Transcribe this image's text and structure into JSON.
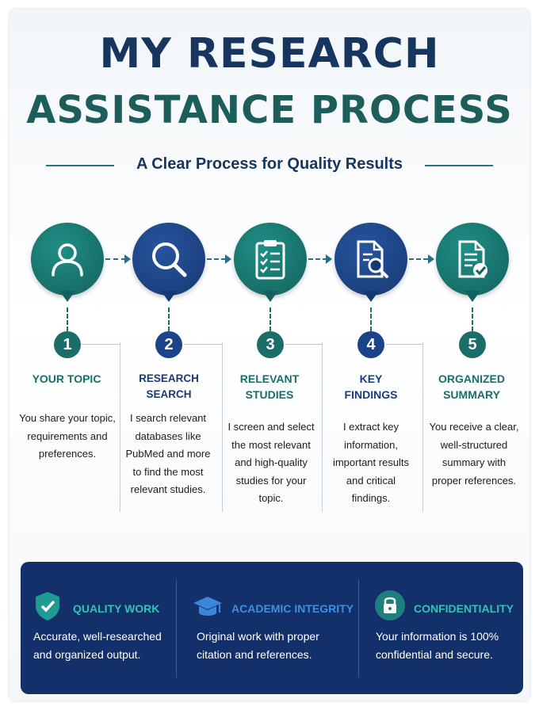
{
  "title": {
    "line1": "MY RESEARCH",
    "line2": "ASSISTANCE PROCESS",
    "subtitle": "A Clear Process for Quality Results"
  },
  "steps": [
    {
      "number": "1",
      "title": "YOUR TOPIC",
      "description": "You share your topic, requirements and preferences.",
      "icon": "person-icon",
      "color": "teal"
    },
    {
      "number": "2",
      "title": "RESEARCH SEARCH",
      "description": "I search relevant databases like PubMed and more to find the most relevant studies.",
      "icon": "magnifier-icon",
      "color": "navy"
    },
    {
      "number": "3",
      "title": "RELEVANT STUDIES",
      "description": "I screen and select the most relevant and high-quality studies for your topic.",
      "icon": "checklist-clipboard-icon",
      "color": "teal"
    },
    {
      "number": "4",
      "title": "KEY FINDINGS",
      "description": "I extract key information, important results and critical findings.",
      "icon": "document-search-icon",
      "color": "navy"
    },
    {
      "number": "5",
      "title": "ORGANIZED SUMMARY",
      "description": "You receive a clear, well-structured summary with proper references.",
      "icon": "document-check-icon",
      "color": "teal"
    }
  ],
  "features": [
    {
      "title": "QUALITY WORK",
      "description": "Accurate, well-researched and organized output.",
      "icon": "shield-check-icon"
    },
    {
      "title": "ACADEMIC INTEGRITY",
      "description": "Original work with proper citation and references.",
      "icon": "graduation-cap-icon"
    },
    {
      "title": "CONFIDENTIALITY",
      "description": "Your information is 100% confidential and secure.",
      "icon": "lock-icon"
    }
  ],
  "colors": {
    "navy": "#17365f",
    "teal": "#1d5e5a",
    "accent": "#33c2b6",
    "panel": "#14306a"
  }
}
